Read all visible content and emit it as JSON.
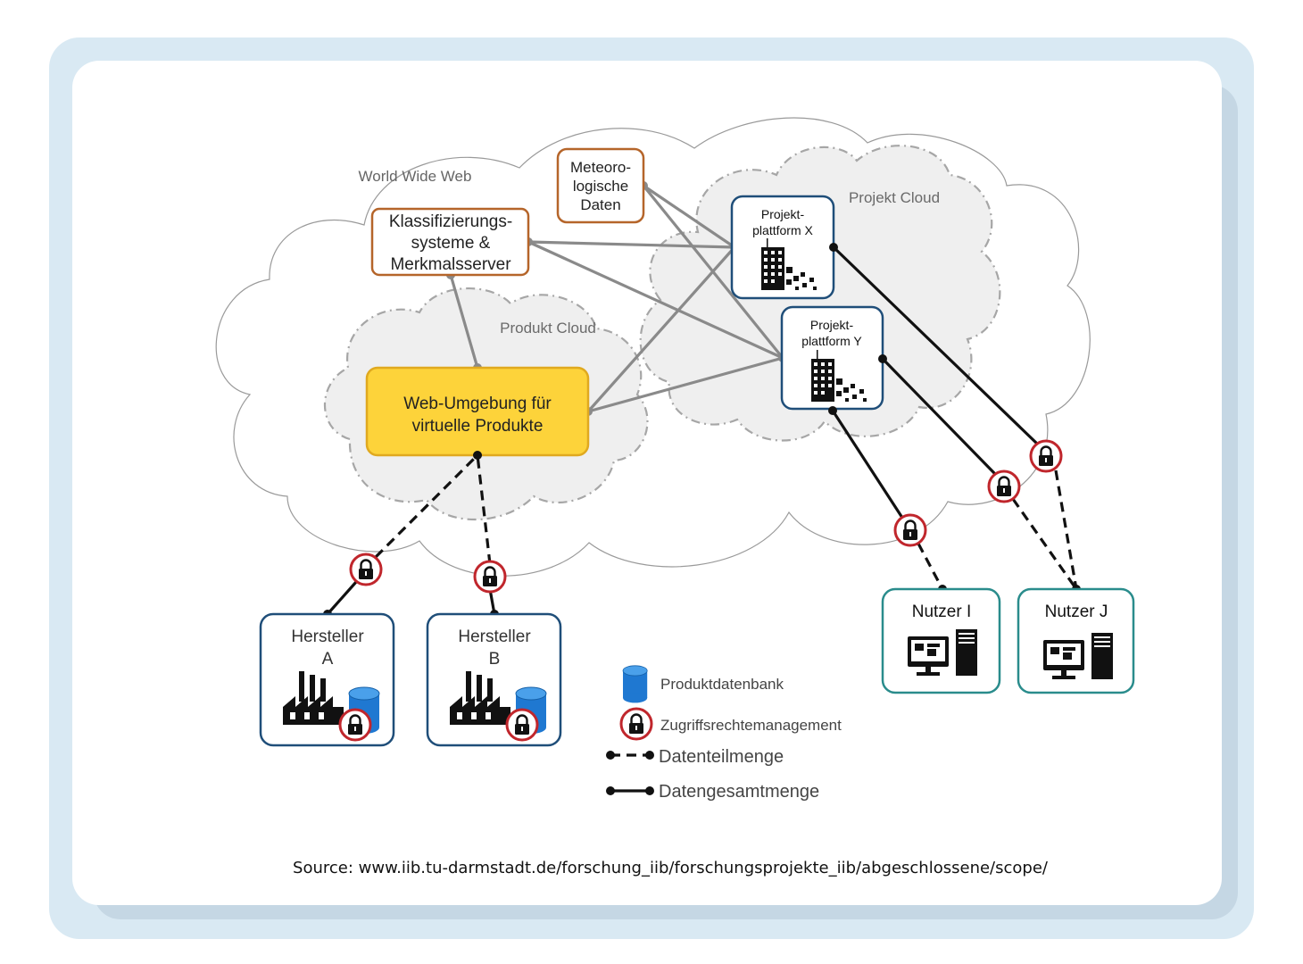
{
  "clouds": {
    "www": "World Wide Web",
    "projekt": "Projekt Cloud",
    "produkt": "Produkt Cloud"
  },
  "nodes": {
    "meteo": [
      "Meteoro-",
      "logische",
      "Daten"
    ],
    "klass": [
      "Klassifizierungs-",
      "systeme &",
      "Merkmalsserver"
    ],
    "web": [
      "Web-Umgebung für",
      "virtuelle Produkte"
    ],
    "plattform_x": [
      "Projekt-",
      "plattform X"
    ],
    "plattform_y": [
      "Projekt-",
      "plattform Y"
    ],
    "hersteller_a": [
      "Hersteller",
      "A"
    ],
    "hersteller_b": [
      "Hersteller",
      "B"
    ],
    "nutzer_i": "Nutzer I",
    "nutzer_j": "Nutzer J"
  },
  "legend": {
    "db": "Produktdatenbank",
    "lock": "Zugriffsrechtemanagement",
    "dashed": "Datenteilmenge",
    "solid": "Datengesamtmenge"
  },
  "source": "Source: www.iib.tu-darmstadt.de/forschung_iib/forschungsprojekte_iib/abgeschlossene/scope/",
  "colors": {
    "brown_border": "#b5652a",
    "yellow_fill": "#fdd33a",
    "navy_border": "#1f4e79",
    "teal_border": "#2a8c8c",
    "lock_red": "#c0262c",
    "db_blue": "#1f78d1"
  }
}
